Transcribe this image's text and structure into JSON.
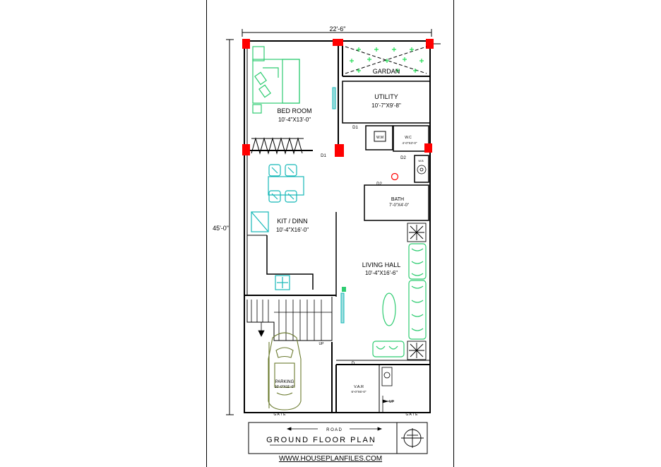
{
  "plan": {
    "overall_width": "22'-6\"",
    "overall_depth": "45'-0\"",
    "road": "R O A D",
    "gate_left": "G A T E",
    "gate_right": "G A T E",
    "title": "GROUND FLOOR PLAN",
    "website": "WWW.HOUSEPLANFILES.COM"
  },
  "rooms": {
    "garden": "GARDAN",
    "utility": {
      "name": "UTILITY",
      "size": "10'-7\"X9'-8\""
    },
    "bedroom": {
      "name": "BED ROOM",
      "size": "10'-4\"X13'-0\""
    },
    "wm": "W.M",
    "wc": {
      "name": "W.C",
      "size": "4'-0\"X3'-0\""
    },
    "wb": "W.B",
    "bath": {
      "name": "BATH",
      "size": "7'-0\"X4'-0\""
    },
    "kitchen": {
      "name": "KIT / DINN",
      "size": "10'-4\"X16'-0\""
    },
    "living": {
      "name": "LIVING HALL",
      "size": "10'-4\"X16'-6\""
    },
    "parking": {
      "name": "PARKING",
      "size": "10'-0\"X11'-0\""
    },
    "var": {
      "name": "V.A.R",
      "size": "6'-0\"X6'-0\""
    }
  },
  "doors": {
    "d1_a": "D1",
    "d1_b": "D1",
    "d2_a": "D2",
    "d2_b": "D2",
    "d": "D"
  },
  "stairs": {
    "up_a": "UP",
    "up_b": "UP"
  },
  "colors": {
    "wall": "#000000",
    "column": "#ff0000",
    "furniture": "#2ecc71",
    "fixture": "#14b8b8"
  }
}
